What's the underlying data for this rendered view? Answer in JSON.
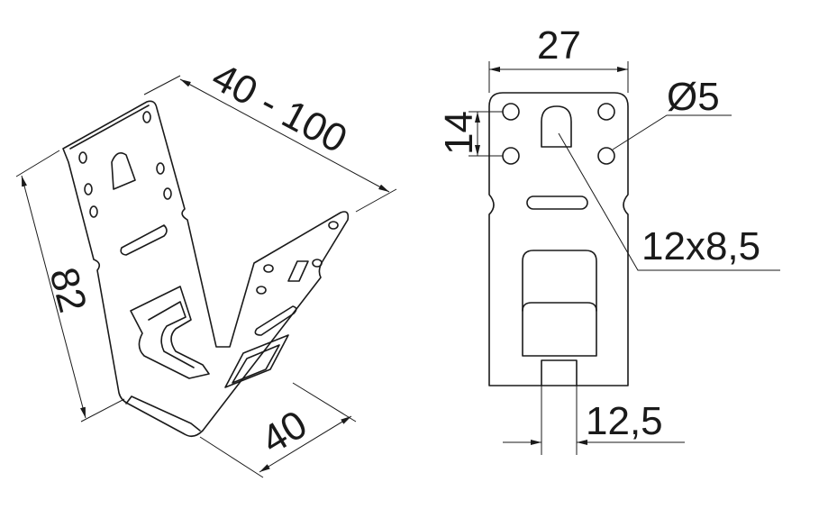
{
  "drawing": {
    "iso_view": {
      "dim_length_range": "40 - 100",
      "dim_height": "82",
      "dim_width": "40"
    },
    "front_view": {
      "dim_width": "27",
      "dim_hole_spacing": "14",
      "dim_hole_diameter": "Ø5",
      "dim_slot": "12x8,5",
      "dim_tab_width": "12,5"
    }
  }
}
